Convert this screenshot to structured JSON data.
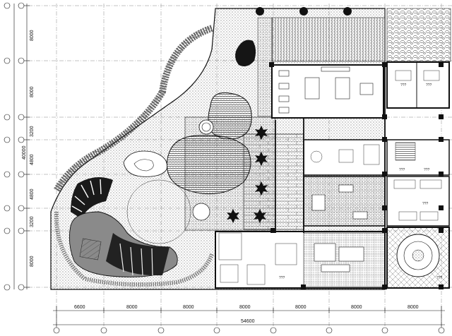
{
  "dimensions": {
    "bottom": [
      "6600",
      "8000",
      "8000",
      "8000",
      "8000",
      "8000",
      "8000"
    ],
    "total": "54600",
    "left": [
      "8000",
      "8000",
      "3200",
      "4800",
      "4800",
      "3200",
      "8000"
    ],
    "left_total": "40000"
  },
  "room_marks": [
    "???",
    "???",
    "???",
    "???",
    "???",
    "???",
    "???"
  ],
  "colors": {
    "line": "#111111",
    "hatch": "#555555",
    "water": "#222222",
    "paper": "#ffffff"
  }
}
